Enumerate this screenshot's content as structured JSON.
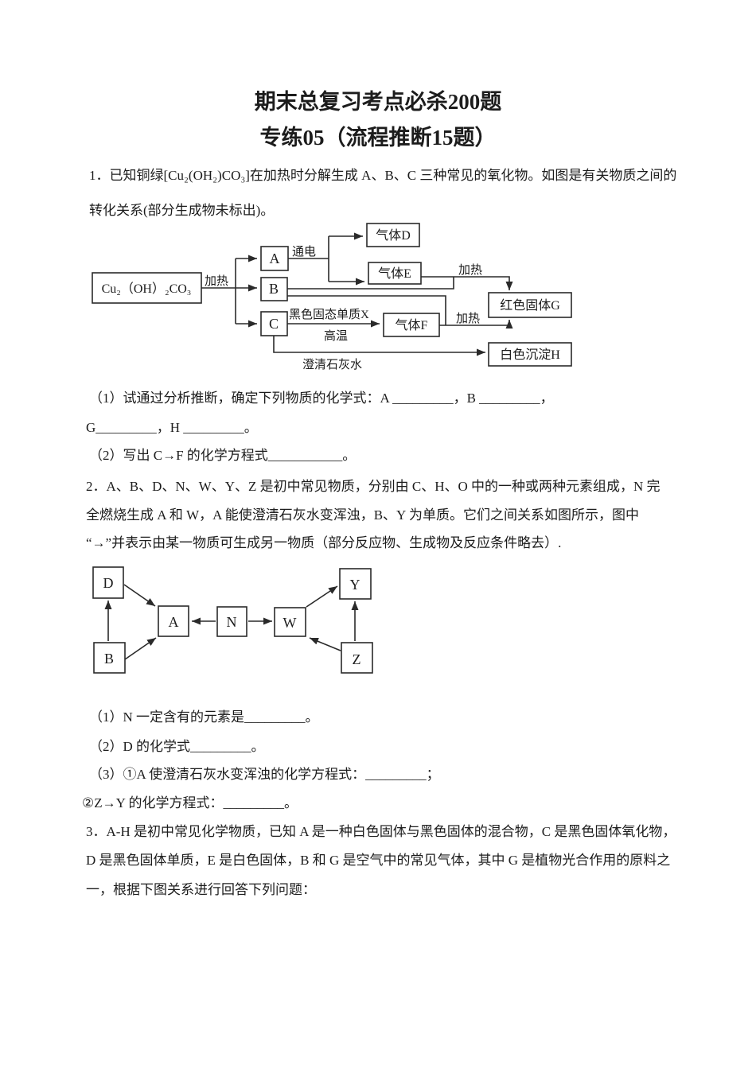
{
  "header": {
    "title": "期末总复习考点必杀200题",
    "subtitle": "专练05（流程推断15题）"
  },
  "q1": {
    "stem": [
      "1．已知铜绿[Cu₂(OH₂)CO₃]在加热时分解生成 A、B、C 三种常见的氧化物。如图是有关物质之间的",
      "转化关系(部分生成物未标出)。"
    ],
    "diagram": {
      "source_box": "Cu₂（OH）₂CO₃",
      "box_a": "A",
      "box_b": "B",
      "box_c": "C",
      "gas_d": "气体D",
      "gas_e": "气体E",
      "gas_f": "气体F",
      "red_solid_g": "红色固体G",
      "white_precipitate_h": "白色沉淀H",
      "label_heat_1": "加热",
      "label_electrolysis": "通电",
      "label_black_solid_x": "黑色固态单质X",
      "label_high_temp": "高温",
      "label_heat_2": "加热",
      "label_heat_3": "加热",
      "label_limewater": "澄清石灰水"
    },
    "sub_questions": [
      "（1）试通过分析推断，确定下列物质的化学式：A _________，B _________，",
      "G_________，H _________。",
      "（2）写出 C→F 的化学方程式___________。"
    ]
  },
  "q2": {
    "stem": [
      "2．A、B、D、N、W、Y、Z 是初中常见物质，分别由 C、H、O 中的一种或两种元素组成，N 完",
      "全燃烧生成 A 和 W，A 能使澄清石灰水变浑浊，B、Y 为单质。它们之间关系如图所示，图中",
      "“→”并表示由某一物质可生成另一物质（部分反应物、生成物及反应条件略去）."
    ],
    "diagram": {
      "box_d": "D",
      "box_a": "A",
      "box_b": "B",
      "box_n": "N",
      "box_w": "W",
      "box_y": "Y",
      "box_z": "Z"
    },
    "sub_questions": [
      "（1）N 一定含有的元素是_________。",
      "（2）D 的化学式_________。",
      "（3）①A 使澄清石灰水变浑浊的化学方程式：_________；",
      "②Z→Y 的化学方程式：_________。"
    ]
  },
  "q3": {
    "stem": [
      "3．A-H 是初中常见化学物质，已知 A 是一种白色固体与黑色固体的混合物，C 是黑色固体氧化物，",
      "D 是黑色固体单质，E 是白色固体，B 和 G 是空气中的常见气体，其中 G 是植物光合作用的原料之",
      "一，根据下图关系进行回答下列问题："
    ]
  }
}
